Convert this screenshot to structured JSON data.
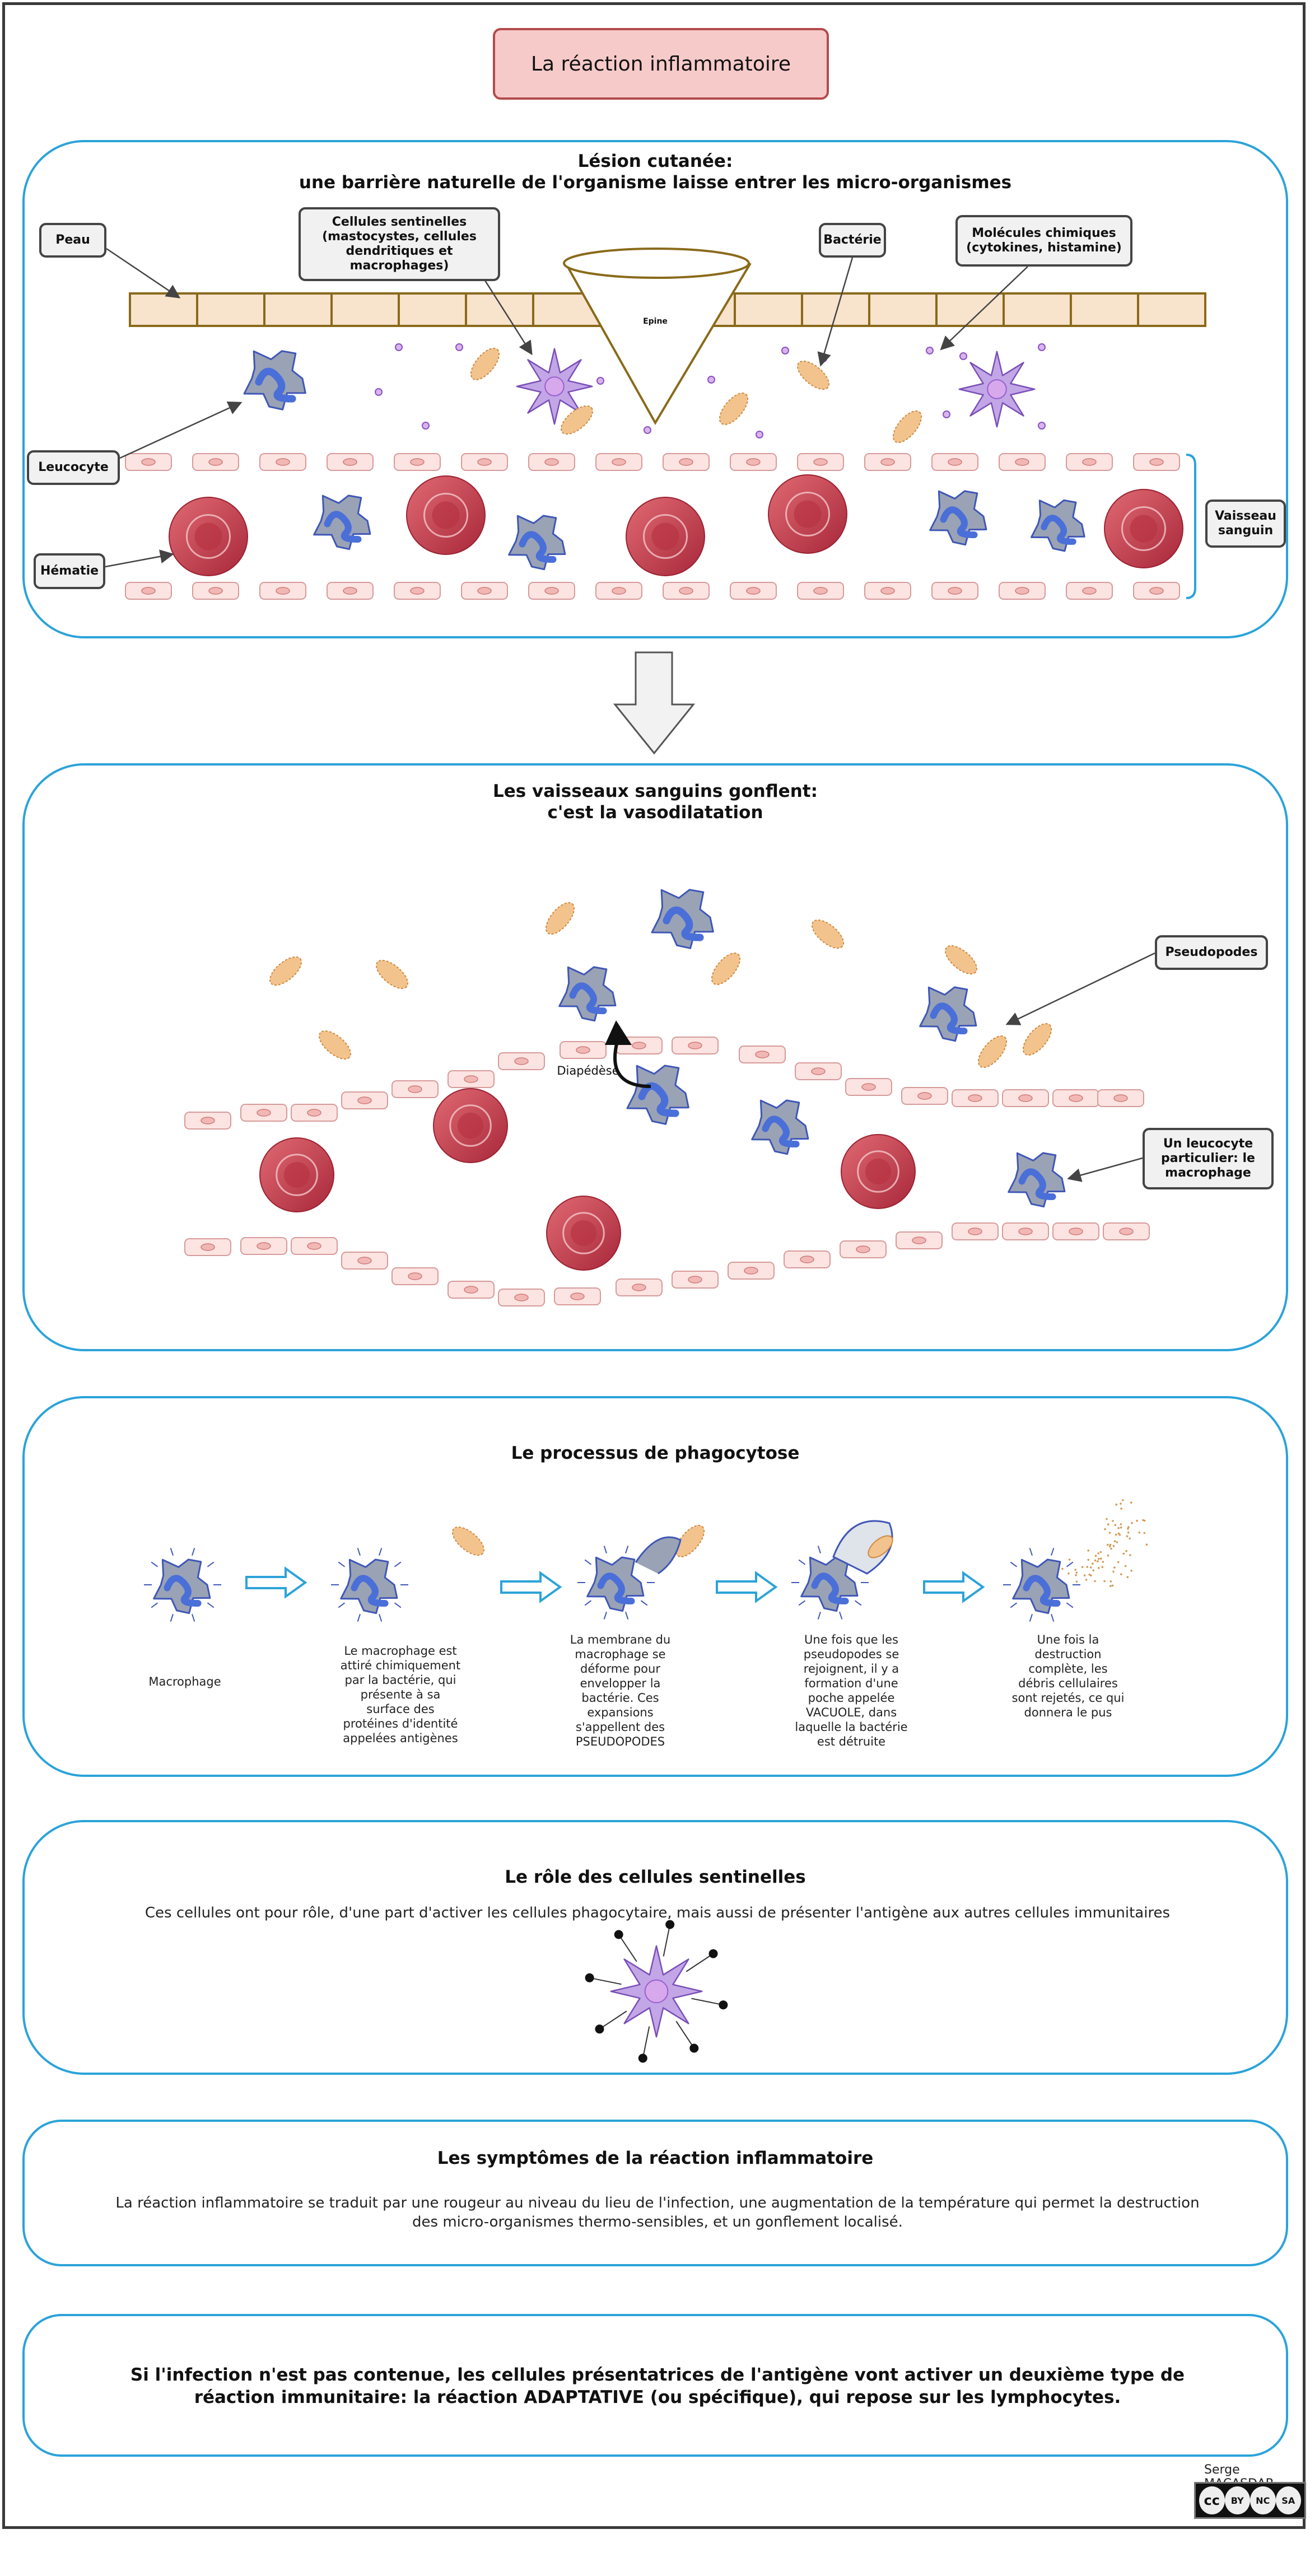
{
  "title": "La réaction inflammatoire",
  "panel1": {
    "title_line1": "Lésion cutanée:",
    "title_line2": "une barrière naturelle de l'organisme laisse entrer les micro-organismes",
    "labels": {
      "skin": "Peau",
      "sentinel": "Cellules sentinelles (mastocystes, cellules dendritiques et macrophages)",
      "thorn": "Epine",
      "bacteria": "Bactérie",
      "chemicals": "Molécules chimiques (cytokines, histamine)",
      "leukocyte": "Leucocyte",
      "red_cell": "Hématie",
      "vessel": "Vaisseau sanguin"
    }
  },
  "panel2": {
    "title_line1": "Les vaisseaux sanguins gonflent:",
    "title_line2": "c'est la vasodilatation",
    "labels": {
      "pseudopods": "Pseudopodes",
      "diapedesis": "Diapédèse",
      "macrophage": "Un leucocyte particulier: le macrophage"
    }
  },
  "panel3": {
    "title": "Le processus de phagocytose",
    "steps": [
      "Macrophage",
      "Le macrophage est attiré chimiquement par la bactérie, qui présente à sa surface des protéines d'identité appelées antigènes",
      "La membrane du macrophage se déforme pour envelopper la bactérie. Ces expansions s'appellent des PSEUDOPODES",
      "Une fois que les pseudopodes se rejoignent, il y a formation d'une poche appelée VACUOLE, dans laquelle la bactérie est détruite",
      "Une fois la destruction complète, les débris cellulaires sont rejetés, ce qui donnera le pus"
    ]
  },
  "panel4": {
    "title": "Le rôle des cellules sentinelles",
    "text": "Ces cellules ont pour rôle, d'une part d'activer les cellules phagocytaire, mais aussi de présenter l'antigène aux autres cellules immunitaires"
  },
  "panel5": {
    "title": "Les symptômes de la réaction inflammatoire",
    "text": "La réaction inflammatoire se traduit par une rougeur au niveau du lieu de l'infection, une augmentation de la température qui permet la destruction des micro-organismes thermo-sensibles, et un gonflement localisé."
  },
  "panel6": {
    "text": "Si l'infection n'est pas contenue, les cellules présentatrices de l'antigène vont activer un deuxième type de réaction immunitaire: la réaction ADAPTATIVE (ou spécifique), qui repose sur les lymphocytes."
  },
  "credit": "Serge MACASDAR",
  "license": {
    "cc": "cc",
    "by": "BY",
    "nc": "NC",
    "sa": "SA"
  },
  "colors": {
    "panel_border": "#2ba3d9",
    "title_fill": "#f7caca",
    "skin": "#f8e3cc",
    "skin_border": "#8a6a1a",
    "red_cell": "#c43d4b",
    "leukocyte": "#9aa3b5",
    "nucleus": "#4a6fd8",
    "bacteria": "#f3c38d",
    "sentinel": "#c2a6e6"
  }
}
